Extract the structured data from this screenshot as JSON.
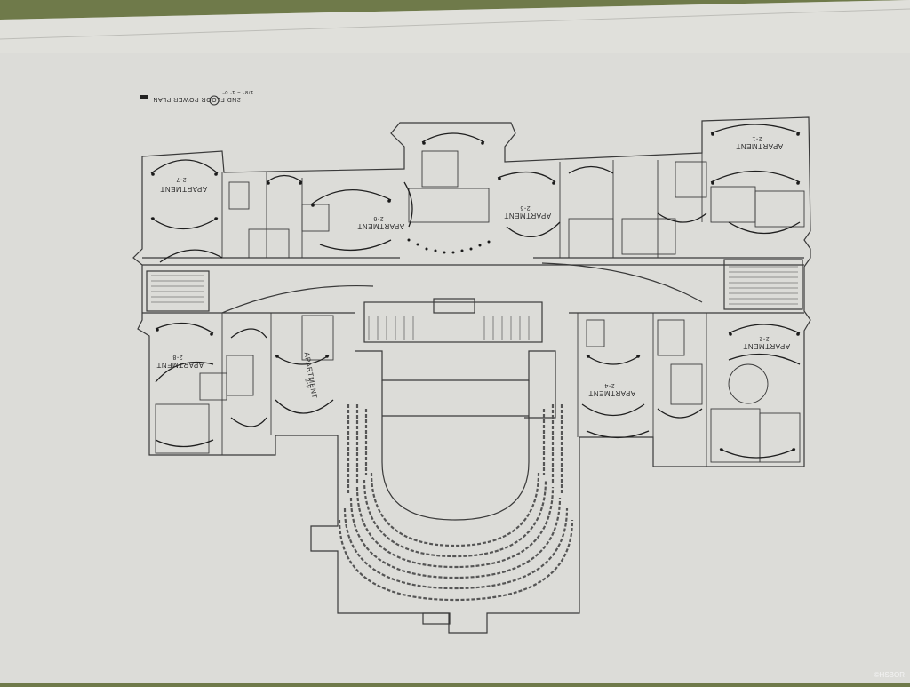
{
  "plan": {
    "title": "2ND FLOOR POWER PLAN",
    "scale": "1/8\" = 1'-0\""
  },
  "units": [
    {
      "label": "APARTMENT",
      "number": "2-7"
    },
    {
      "label": "APARTMENT",
      "number": "2-6"
    },
    {
      "label": "APARTMENT",
      "number": "2-5"
    },
    {
      "label": "APARTMENT",
      "number": "2-1"
    },
    {
      "label": "APARTMENT",
      "number": "2-8"
    },
    {
      "label": "APARTMENT",
      "number": "2-9"
    },
    {
      "label": "APARTMENT",
      "number": "2-4"
    },
    {
      "label": "APARTMENT",
      "number": "2-2"
    }
  ],
  "watermark": "©HSBOR",
  "colors": {
    "paper": "#dcdcd8",
    "ink": "#2c2c2c",
    "grass": "#6f7a4a"
  }
}
